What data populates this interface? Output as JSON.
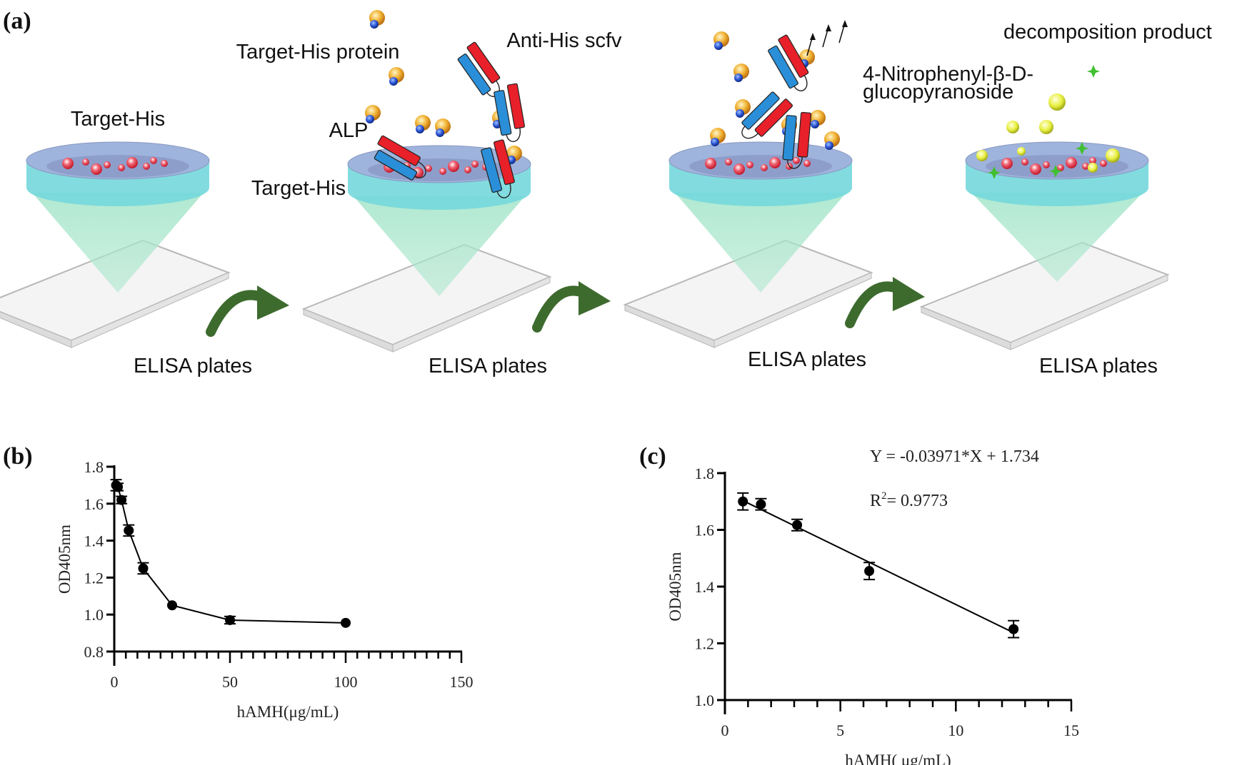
{
  "figure": {
    "panel_a_label": "(a)",
    "panel_b_label": "(b)",
    "panel_c_label": "(c)"
  },
  "schematic": {
    "steps": [
      {
        "well_label": "Target-His",
        "plate_label": "ELISA plates"
      },
      {
        "plate_label": "ELISA plates"
      },
      {
        "plate_label": "ELISA plates"
      },
      {
        "plate_label": "ELISA plates"
      }
    ],
    "labels": {
      "target_his_protein": "Target-His protein",
      "anti_his_scfv": "Anti-His scfv",
      "alp": "ALP",
      "target_his_step2": "Target-His",
      "substrate_line1": "4-Nitrophenyl-β-D-",
      "substrate_line2": "glucopyranoside",
      "decomposition_product": "decomposition product"
    },
    "colors": {
      "well_top": "#9fb4dc",
      "well_side": "#74d8dc",
      "cone": "#a8e6cc",
      "arrow": "#3d6b2e",
      "scfv_heavy": "#e8202a",
      "scfv_light": "#2a8fd8",
      "protein_gold": "#e8a420",
      "his_tag_blue": "#2850d0",
      "product_yellow": "#e8f040",
      "product_green": "#40c030"
    }
  },
  "chart_data": [
    {
      "id": "b",
      "type": "line",
      "title": "",
      "xlabel": "hAMH(μg/mL)",
      "ylabel": "OD405nm",
      "xlim": [
        0,
        150
      ],
      "ylim": [
        0.8,
        1.8
      ],
      "xticks": [
        0,
        50,
        100,
        150
      ],
      "xtick_labels": [
        "0",
        "50",
        "100",
        "150"
      ],
      "x_minor_step": 5,
      "yticks": [
        0.8,
        1.0,
        1.2,
        1.4,
        1.6,
        1.8
      ],
      "ytick_labels": [
        "0.8",
        "1.0",
        "1.2",
        "1.4",
        "1.6",
        "1.8"
      ],
      "grid": false,
      "legend": "none",
      "series": [
        {
          "name": "OD405nm",
          "x": [
            0.78,
            1.56,
            3.125,
            6.25,
            12.5,
            25,
            50,
            100
          ],
          "y": [
            1.7,
            1.69,
            1.62,
            1.455,
            1.25,
            1.05,
            0.97,
            0.955
          ],
          "err": [
            0.03,
            0.02,
            0.02,
            0.03,
            0.03,
            0.005,
            0.02,
            0.005
          ]
        }
      ]
    },
    {
      "id": "c",
      "type": "scatter",
      "title": "",
      "xlabel": "hAMH( μg/mL)",
      "ylabel": "OD405nm",
      "xlim": [
        0,
        15
      ],
      "ylim": [
        1.0,
        1.8
      ],
      "xticks": [
        0,
        5,
        10,
        15
      ],
      "xtick_labels": [
        "0",
        "5",
        "10",
        "15"
      ],
      "x_minor_step": 1,
      "yticks": [
        1.0,
        1.2,
        1.4,
        1.6,
        1.8
      ],
      "ytick_labels": [
        "1.0",
        "1.2",
        "1.4",
        "1.6",
        "1.8"
      ],
      "grid": false,
      "legend": "none",
      "series": [
        {
          "name": "OD405nm",
          "x": [
            0.78,
            1.56,
            3.125,
            6.25,
            12.5
          ],
          "y": [
            1.7,
            1.69,
            1.617,
            1.455,
            1.25
          ],
          "err": [
            0.03,
            0.02,
            0.02,
            0.03,
            0.03
          ]
        }
      ],
      "fit": {
        "slope": -0.03971,
        "intercept": 1.734,
        "x_range": [
          0.78,
          12.5
        ]
      },
      "annotations": {
        "equation": "Y = -0.03971*X + 1.734",
        "r2_prefix": "R",
        "r2_sup": "2",
        "r2_value": "= 0.9773"
      }
    }
  ]
}
